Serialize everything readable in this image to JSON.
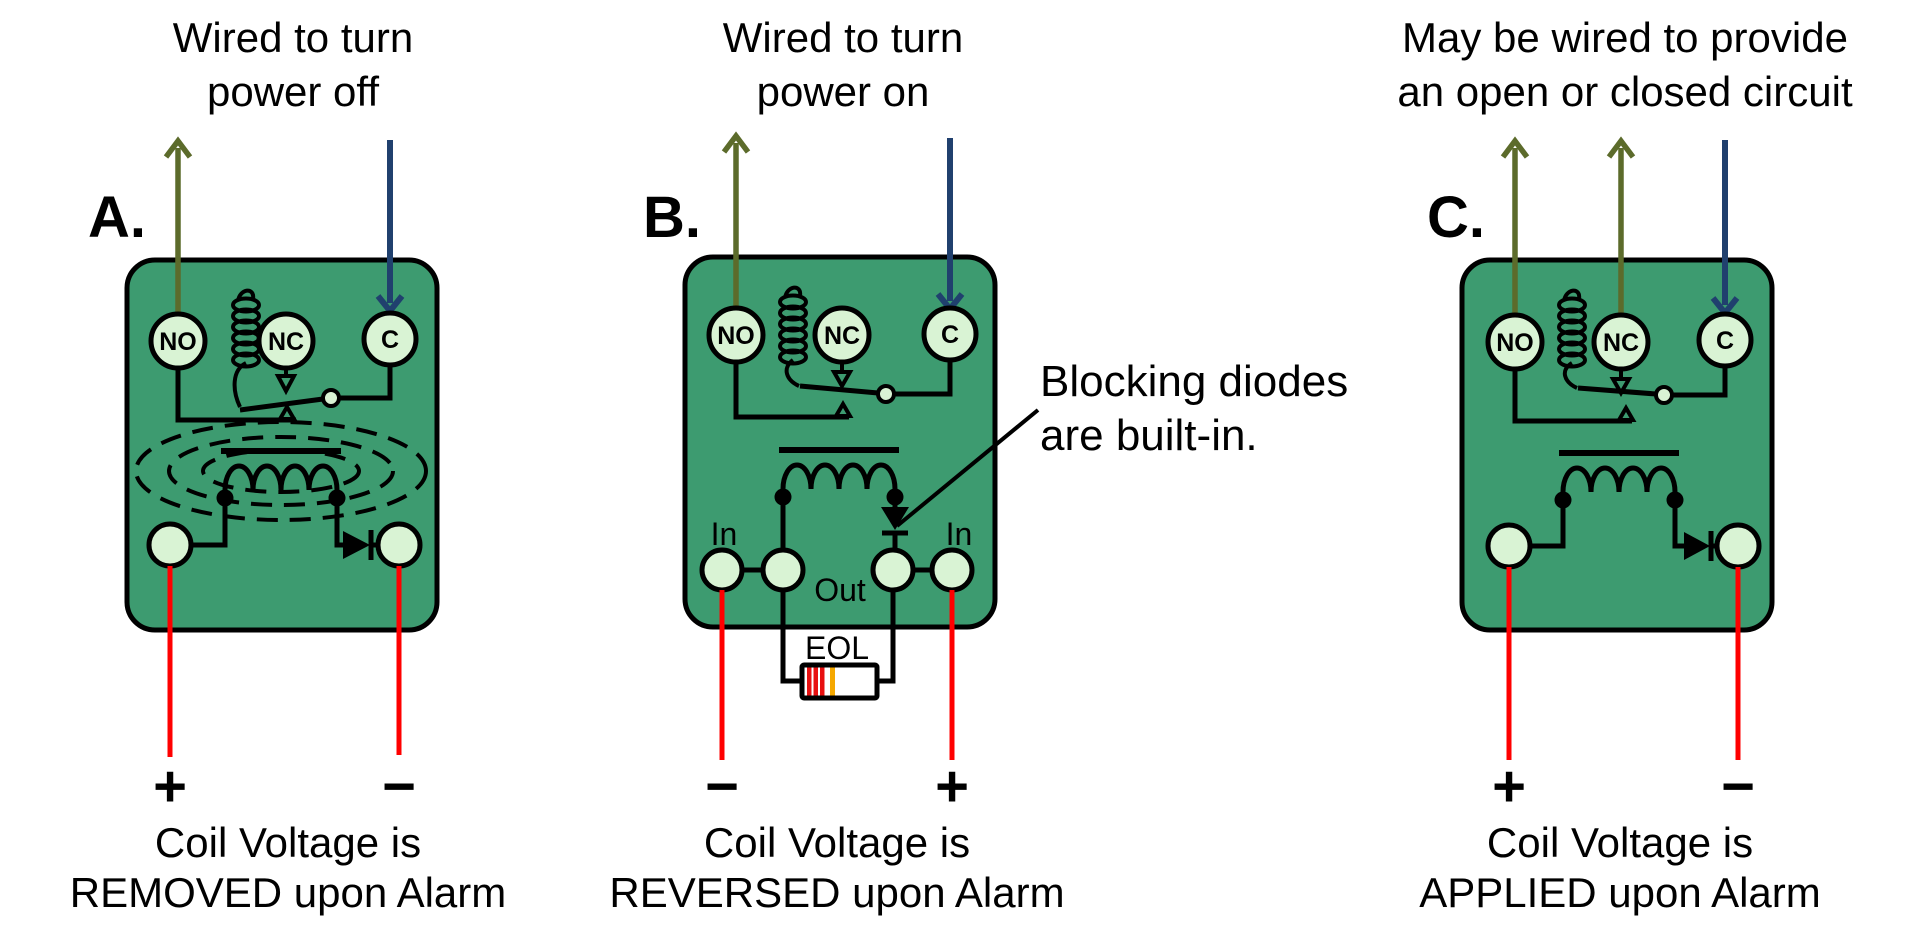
{
  "colors": {
    "body_green": "#3d9b70",
    "terminal_green": "#d9f3d4",
    "wire_red": "#ff0000",
    "arrow_olive": "#5c6b2b",
    "arrow_navy": "#20406e",
    "resistor_band_red": "#e81010",
    "resistor_band_gold": "#f5a800"
  },
  "panels": [
    {
      "letter": "A.",
      "header1": "Wired to turn",
      "header2": "power off",
      "no": "NO",
      "nc": "NC",
      "c": "C",
      "left_sign": "+",
      "right_sign": "−",
      "caption1": "Coil Voltage is",
      "caption2": "REMOVED upon Alarm"
    },
    {
      "letter": "B.",
      "header1": "Wired to turn",
      "header2": "power on",
      "no": "NO",
      "nc": "NC",
      "c": "C",
      "in_left": "In",
      "in_right": "In",
      "out": "Out",
      "eol": "EOL",
      "left_sign": "−",
      "right_sign": "+",
      "caption1": "Coil Voltage is",
      "caption2": "REVERSED upon Alarm"
    },
    {
      "letter": "C.",
      "header1": "May be wired to provide",
      "header2": "an open or closed circuit",
      "no": "NO",
      "nc": "NC",
      "c": "C",
      "left_sign": "+",
      "right_sign": "−",
      "caption1": "Coil Voltage is",
      "caption2": "APPLIED upon Alarm"
    }
  ],
  "callout": {
    "line1": "Blocking diodes",
    "line2": "are built-in."
  }
}
